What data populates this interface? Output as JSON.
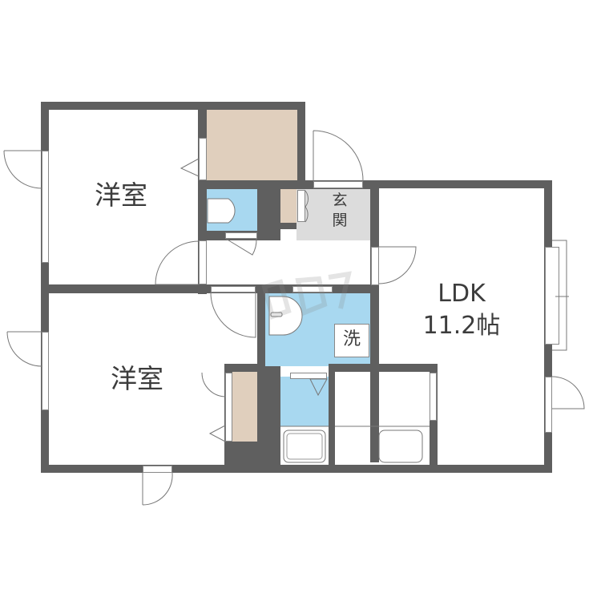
{
  "floorplan": {
    "rooms": [
      {
        "id": "western-room-1",
        "label": "洋室"
      },
      {
        "id": "western-room-2",
        "label": "洋室"
      },
      {
        "id": "ldk",
        "label": "LDK",
        "size": "11.2帖"
      },
      {
        "id": "entrance",
        "label": "玄関"
      },
      {
        "id": "washroom",
        "label": "洗"
      }
    ],
    "colors": {
      "wall": "#5f5f5f",
      "closet": "#e0cfbd",
      "wet_area": "#a8d8f0",
      "entrance": "#dcdcdc",
      "text": "#3c3c3c"
    }
  }
}
